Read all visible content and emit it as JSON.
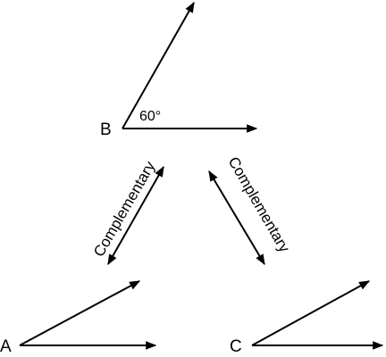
{
  "diagram": {
    "vertices": {
      "b": {
        "label": "B",
        "angle_label": "60°"
      },
      "a": {
        "label": "A"
      },
      "c": {
        "label": "C"
      }
    },
    "relations": {
      "left": {
        "label": "Complementary"
      },
      "right": {
        "label": "Complementary"
      }
    },
    "colors": {
      "stroke": "#000000",
      "background": "#ffffff"
    }
  }
}
